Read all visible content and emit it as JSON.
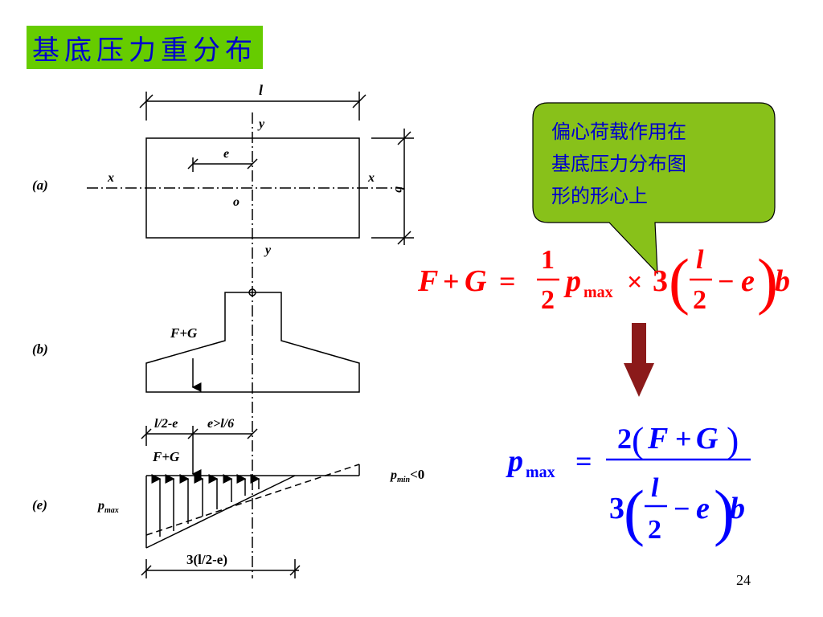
{
  "slide": {
    "title": "基底压力重分布",
    "page_number": "24"
  },
  "callout": {
    "line1": "偏心荷载作用在",
    "line2": "基底压力分布图",
    "line3": "形的形心上"
  },
  "colors": {
    "title_bg": "#66cc00",
    "title_text": "#0000cc",
    "callout_bg": "#88c11a",
    "equation_red": "#ff0000",
    "equation_blue": "#0000ff",
    "arrow_dark_red": "#8b1a1a"
  },
  "diagram": {
    "label_a": "(a)",
    "label_b": "(b)",
    "label_e": "(e)",
    "dim_l": "l",
    "dim_b": "b",
    "axis_y_top": "y",
    "axis_y_bottom": "y",
    "axis_x_left": "x",
    "axis_x_right": "x",
    "origin": "o",
    "ecc": "e",
    "load_b": "F+G",
    "load_e": "F+G",
    "dim_l2e": "l/2-e",
    "dim_egt": "e>l/6",
    "pmax": "p",
    "pmax_sub": "max",
    "pmin": "p",
    "pmin_sub": "min",
    "pmin_rel": "<0",
    "dim_3": "3(l/2-e)"
  },
  "equation1": {
    "F": "F",
    "plus1": "+",
    "G": "G",
    "eq": "=",
    "num": "1",
    "den": "2",
    "p": "p",
    "sub": "max",
    "times": "×",
    "three": "3",
    "lparen": "(",
    "l": "l",
    "two": "2",
    "minus": "−",
    "e": "e",
    "rparen": ")",
    "b": "b"
  },
  "equation2": {
    "p": "p",
    "sub": "max",
    "eq": "=",
    "num_two": "2",
    "num_lp": "(",
    "num_F": "F",
    "num_plus": "+",
    "num_G": "G",
    "num_rp": ")",
    "den_three": "3",
    "den_lp": "(",
    "den_l": "l",
    "den_two": "2",
    "den_minus": "−",
    "den_e": "e",
    "den_rp": ")",
    "den_b": "b"
  }
}
